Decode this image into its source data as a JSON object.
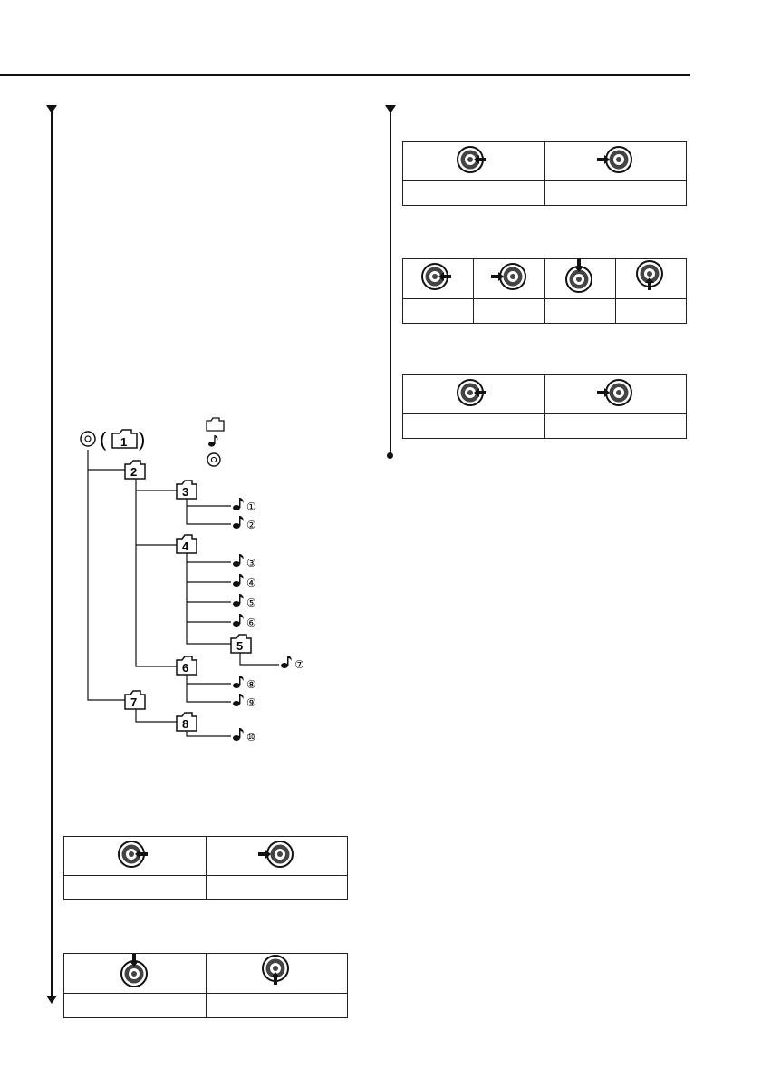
{
  "tables": {
    "left_top": {
      "icons": [
        "fast-backward-icon",
        "fast-forward-icon"
      ],
      "labels": [
        "",
        ""
      ]
    },
    "left_bottom": {
      "icons": [
        "folder-down-icon",
        "folder-up-icon"
      ],
      "labels": [
        "",
        ""
      ]
    },
    "right_1": {
      "icons": [
        "fast-backward-icon",
        "fast-forward-icon"
      ],
      "labels": [
        "",
        ""
      ]
    },
    "right_2": {
      "icons": [
        "fast-backward-icon",
        "fast-forward-icon",
        "folder-down-icon",
        "folder-up-icon"
      ],
      "labels": [
        "",
        "",
        "",
        ""
      ]
    },
    "right_3": {
      "icons": [
        "fast-backward-icon",
        "fast-forward-icon"
      ],
      "labels": [
        "",
        ""
      ]
    }
  },
  "tree": {
    "root_folder": "1",
    "folders": [
      "2",
      "3",
      "4",
      "5",
      "6",
      "7",
      "8"
    ],
    "tracks": [
      "①",
      "②",
      "③",
      "④",
      "⑤",
      "⑥",
      "⑦",
      "⑧",
      "⑨",
      "⑩"
    ],
    "music_note": "♪"
  },
  "legend": {
    "folder_icon": "folder-icon",
    "file_icon": "music-note-icon",
    "disc_icon": "disc-icon",
    "note": "♪"
  }
}
